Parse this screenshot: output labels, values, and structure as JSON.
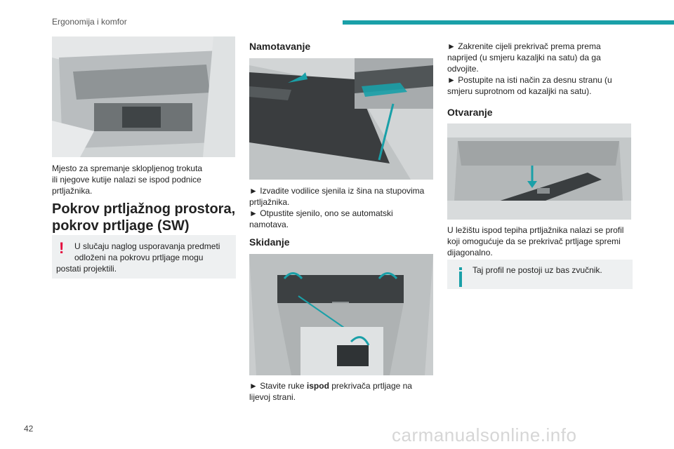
{
  "header": {
    "section_title": "Ergonomija i komfor"
  },
  "col1": {
    "caption": [
      "Mjesto za spremanje sklopljenog trokuta",
      "ili njegove kutije nalazi se ispod podnice",
      "prtljažnika."
    ],
    "heading": [
      "Pokrov prtljažnog prostora,",
      "pokrov prtljage (SW)"
    ],
    "warning": {
      "icon": "warning-exclamation-icon",
      "lines": [
        "U slučaju naglog usporavanja predmeti",
        "odloženi na pokrovu prtljage mogu",
        "postati projektili."
      ]
    }
  },
  "col2": {
    "heading1": "Namotavanje",
    "step1_lines": [
      "► Izvadite vodilice sjenila iz šina na stupovima",
      "prtljažnika.",
      "► Otpustite sjenilo, ono se automatski",
      "namotava."
    ],
    "heading2": "Skidanje",
    "step2_prefix": "► Stavite ruke ",
    "step2_bold": "ispod",
    "step2_suffix": " prekrivača prtljage na",
    "step2_line2": "lijevoj strani."
  },
  "col3": {
    "steps": [
      "► Zakrenite cijeli prekrivač prema prema",
      "naprijed (u smjeru kazaljki na satu) da ga",
      "odvojite.",
      "► Postupite na isti način za desnu stranu (u",
      "smjeru suprotnom od kazaljki na satu)."
    ],
    "heading": "Otvaranje",
    "body": [
      "U ležištu ispod tepiha prtljažnika nalazi se profil",
      "koji omogućuje da se prekrivač prtljage spremi",
      "dijagonalno."
    ],
    "info": {
      "icon": "info-icon",
      "text": "Taj profil ne postoji uz bas zvučnik."
    }
  },
  "footer": {
    "page_number": "42",
    "watermark": "carmanualsonline.info"
  },
  "colors": {
    "accent": "#1aa0a8",
    "warning": "#e4003a",
    "note_bg": "#eef0f1"
  }
}
